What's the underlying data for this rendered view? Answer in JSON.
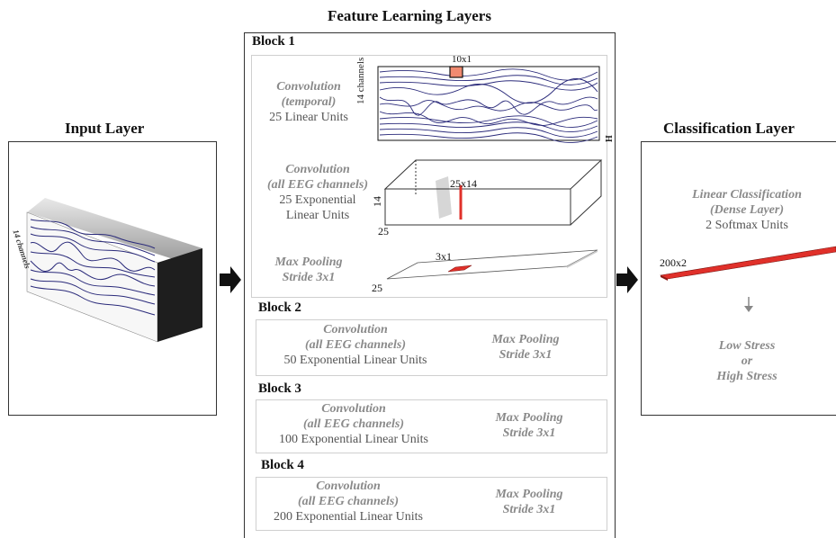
{
  "titles": {
    "feature": "Feature Learning Layers",
    "input": "Input Layer",
    "classification": "Classification Layer"
  },
  "input_image": {
    "channel_label": "14 channels"
  },
  "block1": {
    "title": "Block 1",
    "conv_temporal": {
      "line1": "Convolution",
      "line2": "(temporal)",
      "units": "25 Linear Units",
      "kernel": "10x1",
      "axis_left": "14 channels",
      "axis_right": "H"
    },
    "conv_spatial": {
      "line1": "Convolution",
      "line2": "(all EEG channels)",
      "units1": "25 Exponential",
      "units2": "Linear Units",
      "kernel": "25x14",
      "dim_h": "14",
      "dim_d": "25"
    },
    "pool": {
      "line1": "Max Pooling",
      "line2": "Stride 3x1",
      "kernel": "3x1",
      "dim_d": "25"
    }
  },
  "block2": {
    "title": "Block 2",
    "conv1": "Convolution",
    "conv2": "(all EEG channels)",
    "units": "50 Exponential Linear Units",
    "pool1": "Max Pooling",
    "pool2": "Stride 3x1"
  },
  "block3": {
    "title": "Block 3",
    "conv1": "Convolution",
    "conv2": "(all EEG channels)",
    "units": "100 Exponential Linear Units",
    "pool1": "Max Pooling",
    "pool2": "Stride 3x1"
  },
  "block4": {
    "title": "Block 4",
    "conv1": "Convolution",
    "conv2": "(all EEG channels)",
    "units": "200 Exponential Linear Units",
    "pool1": "Max Pooling",
    "pool2": "Stride 3x1"
  },
  "classification": {
    "line1": "Linear Classification",
    "line2": "(Dense Layer)",
    "units": "2 Softmax Units",
    "dim": "200x2",
    "out1": "Low Stress",
    "out2": "or",
    "out3": "High Stress"
  },
  "colors": {
    "accent_red": "#e0302a",
    "wave_blue": "#2a2a7a",
    "panel_border": "#333333"
  }
}
